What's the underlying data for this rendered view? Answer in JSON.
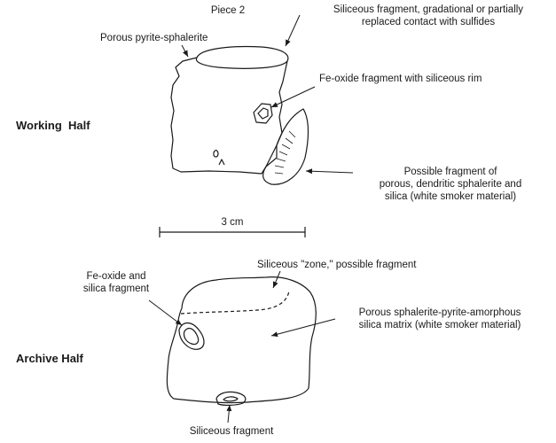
{
  "title": "Piece 2",
  "scale_label": "3 cm",
  "working_half": {
    "heading": "Working  Half",
    "labels": {
      "porous_pyrite": "Porous pyrite-sphalerite",
      "siliceous_fragment_l1": "Siliceous fragment, gradational or partially",
      "siliceous_fragment_l2": "replaced contact with sulfides",
      "fe_oxide_rim": "Fe-oxide fragment with siliceous rim",
      "possible_l1": "Possible fragment of",
      "possible_l2": "porous, dendritic sphalerite and",
      "possible_l3": "silica (white smoker material)"
    }
  },
  "archive_half": {
    "heading": "Archive Half",
    "labels": {
      "fe_silica_l1": "Fe-oxide and",
      "fe_silica_l2": "silica fragment",
      "zone": "Siliceous \"zone,\"  possible fragment",
      "matrix_l1": "Porous sphalerite-pyrite-amorphous",
      "matrix_l2": "silica matrix (white smoker material)",
      "bottom_fragment": "Siliceous fragment"
    }
  },
  "colors": {
    "ink": "#1a1a1a",
    "background": "#ffffff"
  }
}
